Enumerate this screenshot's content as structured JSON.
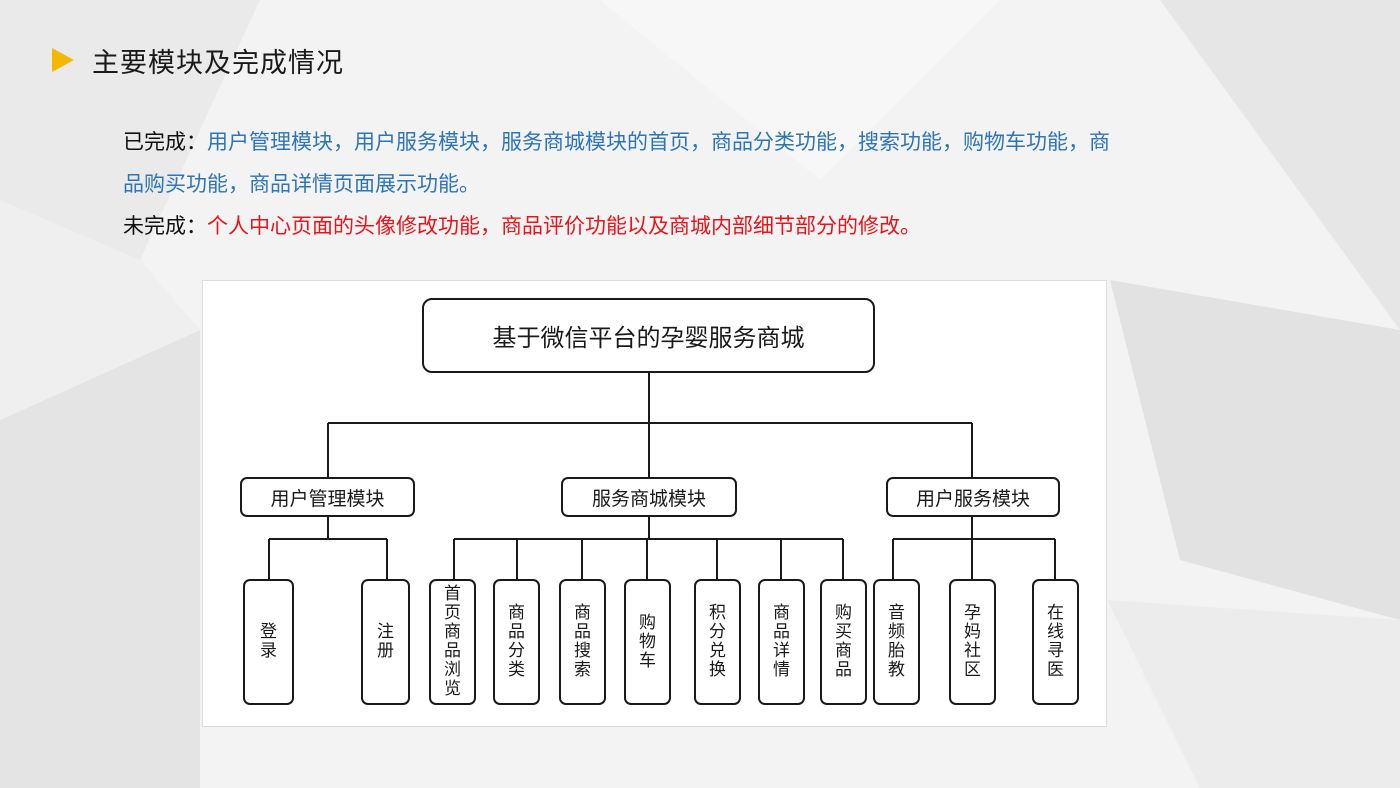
{
  "slide": {
    "title": "主要模块及完成情况",
    "completed": {
      "label": "已完成：",
      "line1": "用户管理模块，用户服务模块，服务商城模块的首页，商品分类功能，搜索功能，购物车功能，商",
      "line2": "品购买功能，商品详情页面展示功能。"
    },
    "incomplete": {
      "label": "未完成：",
      "text": "个人中心页面的头像修改功能，商品评价功能以及商城内部细节部分的修改。"
    }
  },
  "diagram": {
    "root": "基于微信平台的孕婴服务商城",
    "modules": [
      {
        "label": "用户管理模块",
        "children": [
          "登录",
          "注册"
        ]
      },
      {
        "label": "服务商城模块",
        "children": [
          "首页商品浏览",
          "商品分类",
          "商品搜索",
          "购物车",
          "积分兑换",
          "商品详情",
          "购买商品"
        ]
      },
      {
        "label": "用户服务模块",
        "children": [
          "音频胎教",
          "孕妈社区",
          "在线寻医"
        ]
      }
    ]
  },
  "colors": {
    "accent_triangle": "#f5b800",
    "completed_text": "#2e75b6",
    "incomplete_text": "#e8141b"
  }
}
